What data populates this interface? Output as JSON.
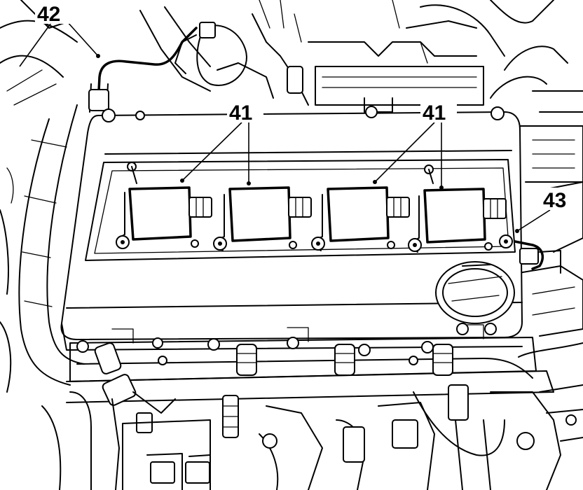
{
  "diagram": {
    "callouts": {
      "hose_label": "42",
      "coil_label_left": "41",
      "coil_label_right": "41",
      "sensor_label": "43"
    },
    "colors": {
      "line": "#000000",
      "background": "#ffffff"
    }
  }
}
